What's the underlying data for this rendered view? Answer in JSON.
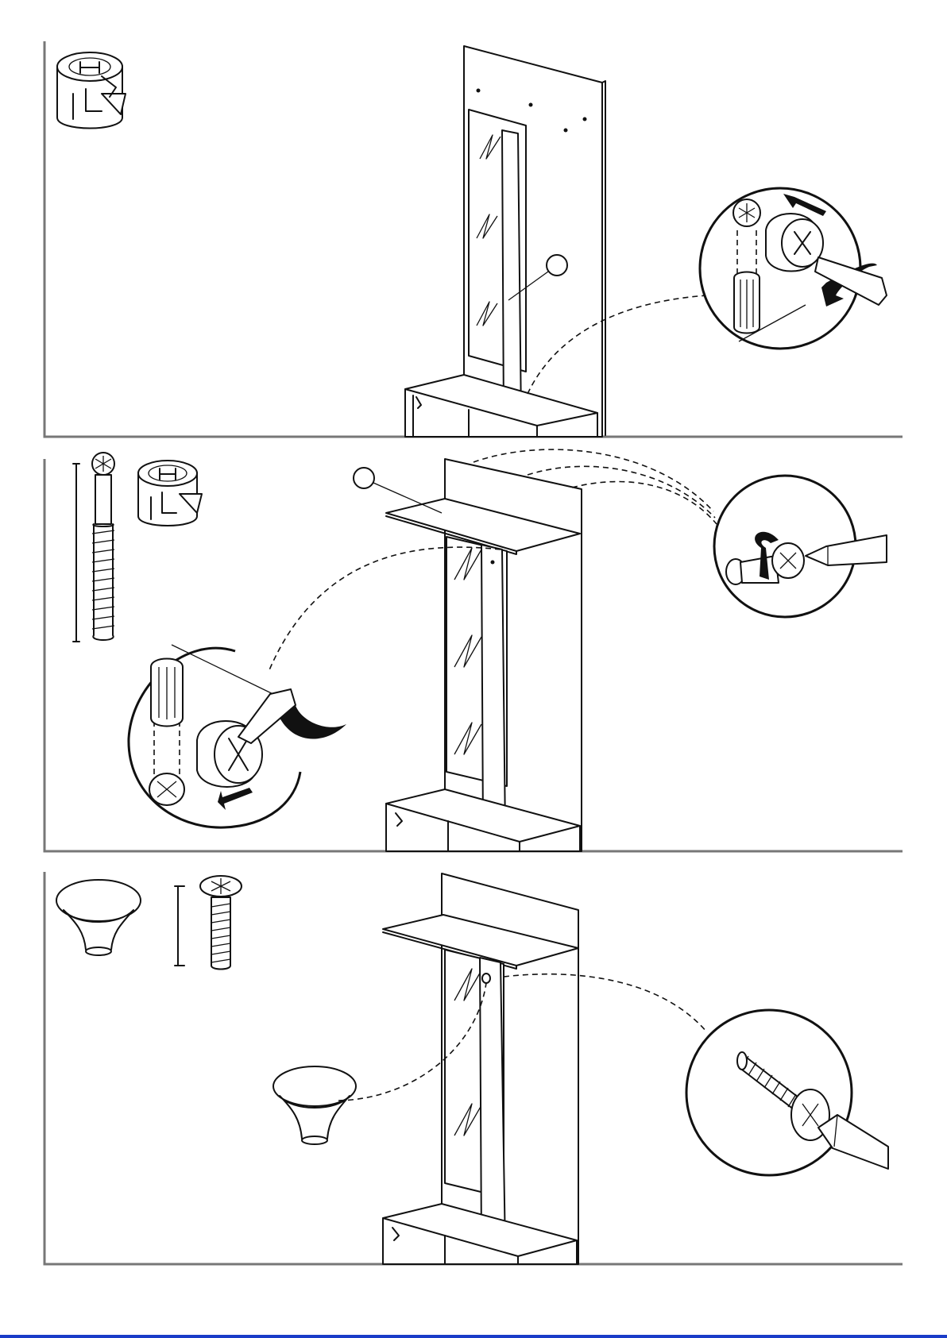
{
  "document": {
    "kind": "assembly instructions",
    "text": ""
  },
  "colors": {
    "line": "#111111",
    "frame": "#777777",
    "page_strip": "#1a3cc8"
  },
  "steps": [
    {
      "id": "step-1",
      "hardware": [
        "cam-lock-fitting-icon"
      ],
      "detail": [
        "cam-dowel-tighten-icon",
        "screwdriver-icon",
        "rotation-arrow-icon"
      ],
      "part_callout_label": ""
    },
    {
      "id": "step-2",
      "hardware": [
        "cam-dowel-screw-icon",
        "cam-lock-fitting-icon"
      ],
      "detail": [
        "cam-lock-detail-icon",
        "cam-dowel-insert-icon",
        "screwdriver-icon"
      ],
      "part_callout_label": ""
    },
    {
      "id": "step-3",
      "hardware": [
        "knob-icon",
        "knob-screw-icon"
      ],
      "detail": [
        "knob-screw-detail-icon",
        "screwdriver-icon"
      ],
      "part_callout_label": ""
    }
  ]
}
